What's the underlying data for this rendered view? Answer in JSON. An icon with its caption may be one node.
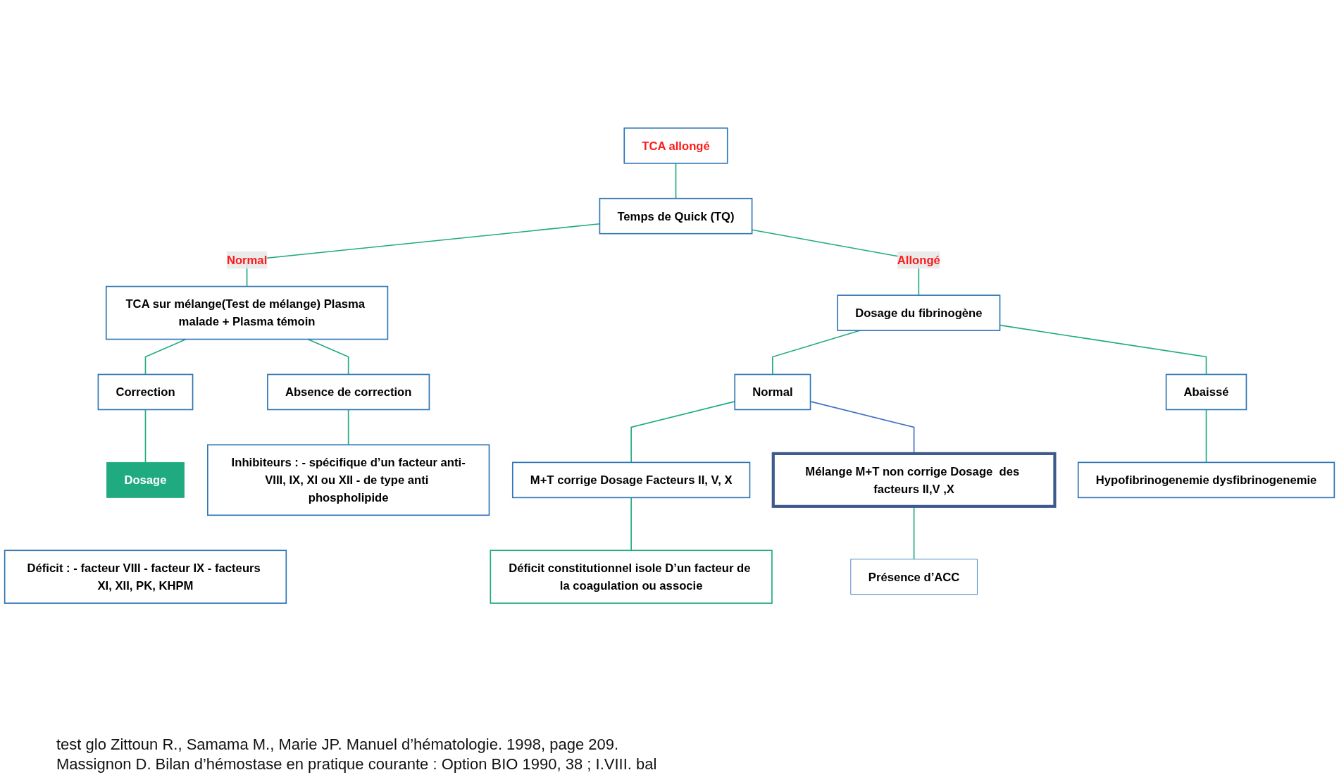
{
  "diagram": {
    "nodes": [
      {
        "text": [
          "TCA allongé"
        ]
      },
      {
        "text": [
          "Temps de Quick (TQ)"
        ]
      },
      {
        "text": [
          "TCA sur mélange(Test de mélange) Plasma malade + Plasma témoin"
        ]
      },
      {
        "text": [
          "Dosage du fibrinogène"
        ]
      },
      {
        "text": [
          "Correction"
        ]
      },
      {
        "text": [
          "Absence de correction"
        ]
      },
      {
        "text": [
          "Normal"
        ]
      },
      {
        "text": [
          "Abaissé"
        ]
      },
      {
        "text": [
          "Dosage"
        ]
      },
      {
        "text": [
          "Déficit : - facteur VIII - facteur IX - facteurs XI, XII, PK, KHPM"
        ]
      },
      {
        "text": [
          "Inhibiteurs : - spécifique d’un facteur anti-VIII, IX, XI ou XII - de type anti phospholipide"
        ]
      },
      {
        "text": [
          "M+T corrige Dosage Facteurs II, V, X"
        ]
      },
      {
        "text": [
          "Hypofibrinogenemie dysfibrinogenemie"
        ]
      },
      {
        "text": [
          "Mélange M+T non corrige Dosage  des facteurs II,V ,X"
        ]
      },
      {
        "text": [
          "Déficit constitutionnel isole D’un facteur de la coagulation ou associe"
        ]
      },
      {
        "text": [
          "Présence d’ACC"
        ]
      }
    ],
    "edges": [
      {
        "from": 0,
        "to": 1,
        "arrow": "none"
      },
      {
        "from": 1,
        "to": 2,
        "arrow": "none",
        "label": "Normal"
      },
      {
        "from": 1,
        "to": 3,
        "arrow": "none",
        "label": "Allongé"
      },
      {
        "from": 2,
        "to": 4,
        "arrow": "none"
      },
      {
        "from": 2,
        "to": 5,
        "arrow": "none"
      },
      {
        "from": 4,
        "to": 8,
        "arrow": "none"
      },
      {
        "from": 5,
        "to": 10,
        "arrow": "none"
      },
      {
        "from": 3,
        "to": 6,
        "arrow": "none"
      },
      {
        "from": 3,
        "to": 7,
        "arrow": "none"
      },
      {
        "from": 6,
        "to": 11,
        "arrow": "none"
      },
      {
        "from": 6,
        "to": 13,
        "arrow": "none",
        "color": "#4472c4"
      },
      {
        "from": 7,
        "to": 12,
        "arrow": "none"
      },
      {
        "from": 11,
        "to": 14,
        "arrow": "none"
      },
      {
        "from": 13,
        "to": 15,
        "arrow": "none"
      }
    ],
    "labels": [
      "test glo Zittoun R., Samama M., Marie JP. Manuel d’hématologie. 1998, page 209.",
      "Massignon D. Bilan d’hémostase en pratique courante : Option BIO 1990, 38 ; I.VIII.  bal"
    ]
  }
}
